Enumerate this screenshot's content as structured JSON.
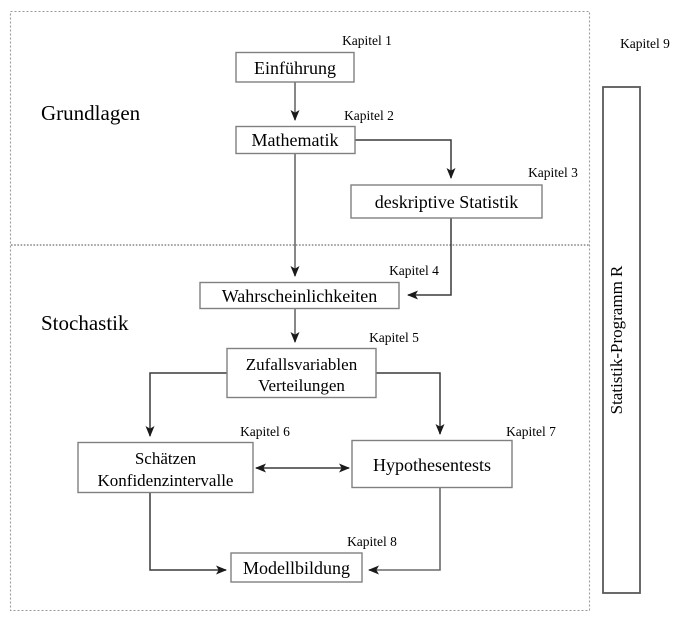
{
  "diagram": {
    "title_sections": [
      {
        "id": "grundlagen",
        "label": "Grundlagen"
      },
      {
        "id": "stochastik",
        "label": "Stochastik"
      }
    ],
    "nodes": [
      {
        "id": "einfuehrung",
        "label": "Einführung",
        "chapter": "Kapitel 1"
      },
      {
        "id": "mathematik",
        "label": "Mathematik",
        "chapter": "Kapitel 2"
      },
      {
        "id": "deskriptive-statistik",
        "label": "deskriptive  Statistik",
        "chapter": "Kapitel 3"
      },
      {
        "id": "wahrscheinlichkeiten",
        "label": "Wahrscheinlichkeiten",
        "chapter": "Kapitel 4"
      },
      {
        "id": "zufallsvariablen",
        "label_line1": "Zufallsvariablen",
        "label_line2": "Verteilungen",
        "chapter": "Kapitel 5"
      },
      {
        "id": "schaetzen",
        "label_line1": "Schätzen",
        "label_line2": "Konfidenzintervalle",
        "chapter": "Kapitel 6"
      },
      {
        "id": "hypothesentests",
        "label": "Hypothesentests",
        "chapter": "Kapitel 7"
      },
      {
        "id": "modellbildung",
        "label": "Modellbildung",
        "chapter": "Kapitel 8"
      }
    ],
    "sidebar": {
      "id": "statistik-programm-r",
      "label": "Statistik-Programm R",
      "chapter": "Kapitel 9"
    },
    "colors": {
      "box_border": "#808080",
      "sidebar_border": "#595959",
      "frame_border": "#9a9a9a",
      "connector": "#3a3a3a",
      "background": "#ffffff",
      "text": "#000000"
    }
  }
}
